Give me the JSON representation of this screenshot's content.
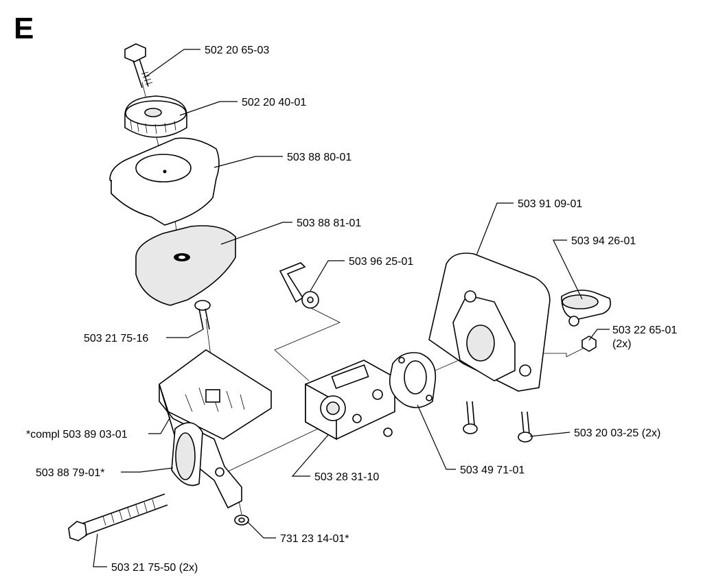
{
  "section_letter": "E",
  "parts": {
    "bolt_top": "502 20 65-03",
    "knob": "502 20 40-01",
    "filter_cover": "503 88 80-01",
    "filter_element": "503 88 81-01",
    "choke_lever": "503 96 25-01",
    "screw_filter": "503 21 75-16",
    "filter_housing": "*compl 503 89 03-01",
    "gasket_housing": "503 88 79-01*",
    "long_bolt": "503 21 75-50 (2x)",
    "nut": "731 23 14-01*",
    "carburetor": "503 28 31-10",
    "gasket_carb": "503 49 71-01",
    "intake_manifold": "503 91 09-01",
    "clamp": "503 94 26-01",
    "square_nut": "503 22 65-01",
    "square_nut_qty": "(2x)",
    "screw_manifold": "503 20 03-25 (2x)"
  }
}
